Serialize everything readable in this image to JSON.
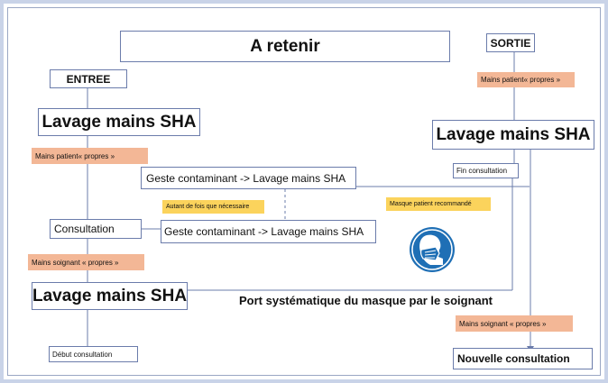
{
  "title": "A retenir",
  "entree_label": "ENTREE",
  "sortie_label": "SORTIE",
  "lavage_label": "Lavage mains SHA",
  "mains_patient_propres": "Mains patient« propres »",
  "mains_soignant_propres": "Mains soignant « propres »",
  "consultation_label": "Consultation",
  "geste_contaminant": "Geste contaminant -> Lavage mains SHA",
  "autant_de_fois": "Autant de fois que nécessaire",
  "masque_patient": "Masque patient recommandé",
  "fin_consultation": "Fin consultation",
  "debut_consultation": "Début consultation",
  "nouvelle_consultation": "Nouvelle consultation",
  "port_masque": "Port systématique du masque par le soignant",
  "colors": {
    "orange_tag": "#f3b796",
    "yellow_tag": "#fbd35c",
    "line": "#6b7cab",
    "mask_icon": "#1f6fb5"
  },
  "icons": [
    "face-mask-icon"
  ]
}
